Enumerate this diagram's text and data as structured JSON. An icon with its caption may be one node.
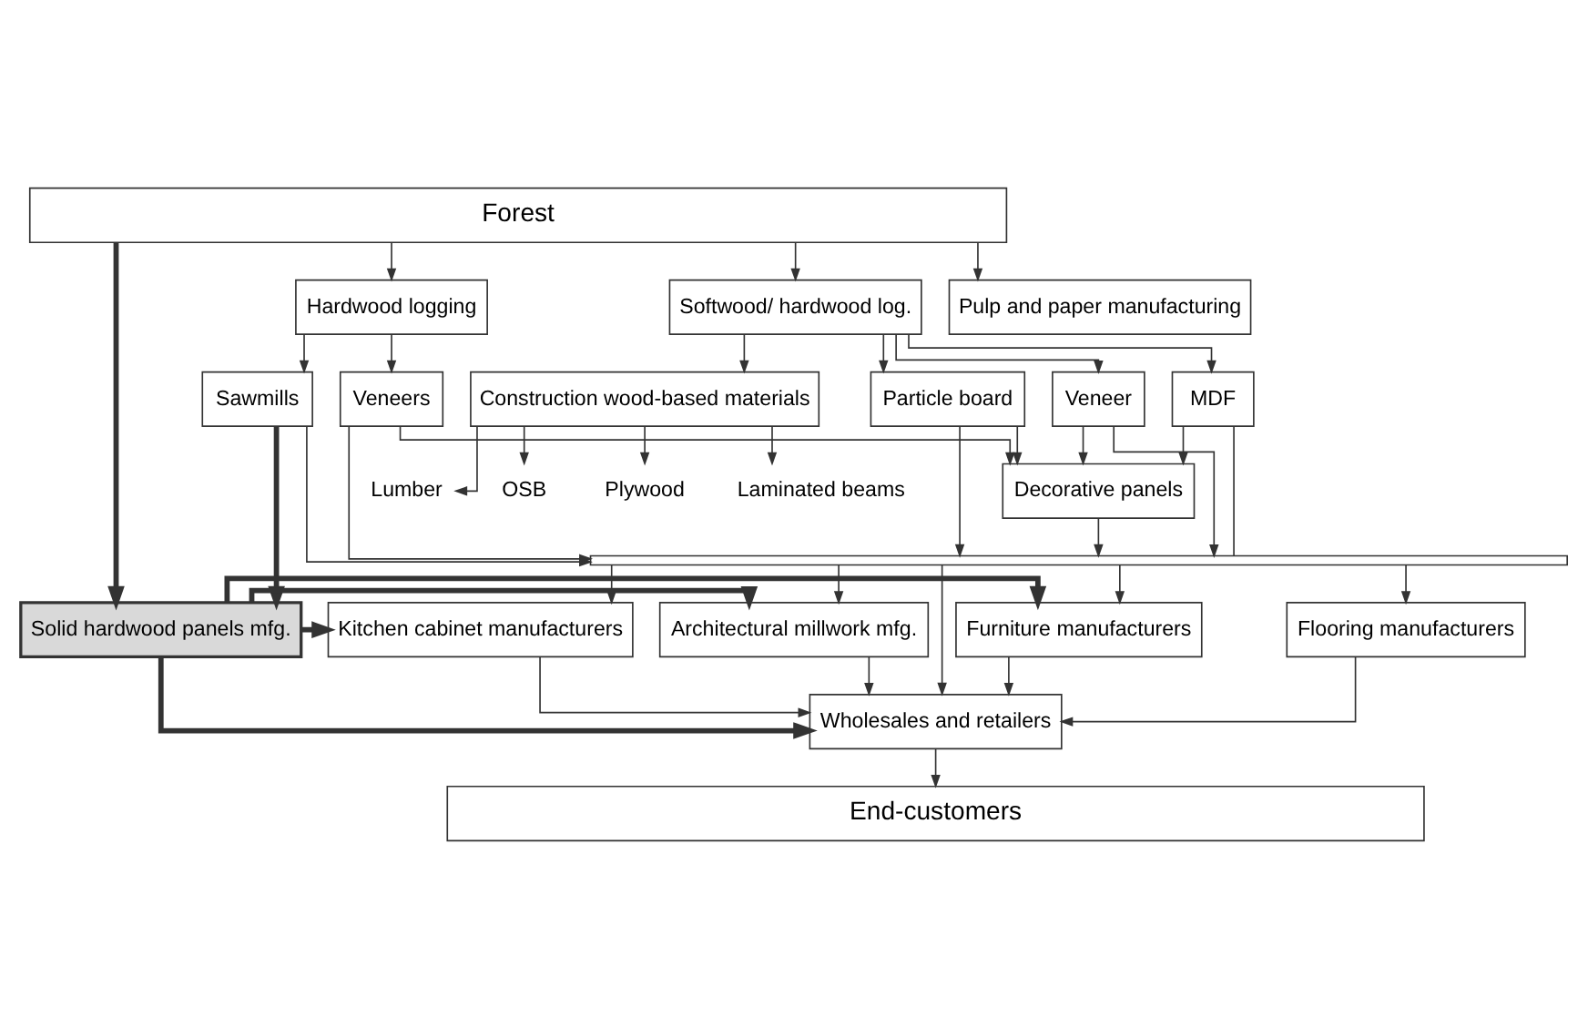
{
  "diagram": {
    "nodes": [
      {
        "text": [
          "Forest"
        ]
      },
      {
        "text": [
          "Hardwood logging"
        ]
      },
      {
        "text": [
          "Softwood/ hardwood log."
        ]
      },
      {
        "text": [
          "Pulp and paper manufacturing"
        ]
      },
      {
        "text": [
          "Sawmills"
        ]
      },
      {
        "text": [
          "Veneers"
        ]
      },
      {
        "text": [
          "MDF"
        ]
      },
      {
        "text": [
          "Particle board"
        ]
      },
      {
        "text": [
          "Veneer"
        ]
      },
      {
        "text": [
          "Construction wood-based materials"
        ]
      },
      {
        "text": [
          "Decorative panels"
        ]
      },
      {
        "text": [
          "Lumber"
        ]
      },
      {
        "text": [
          "OSB"
        ]
      },
      {
        "text": [
          "Plywood"
        ]
      },
      {
        "text": [
          "Laminated beams"
        ]
      },
      {
        "text": [],
        "shape": "bar"
      },
      {
        "text": [
          "Flooring manufacturers"
        ]
      },
      {
        "text": [
          "Architectural millwork mfg."
        ]
      },
      {
        "text": [
          "Kitchen cabinet manufacturers"
        ]
      },
      {
        "text": [
          "Solid hardwood panels mfg."
        ]
      },
      {
        "text": [
          "Furniture manufacturers"
        ]
      },
      {
        "text": [
          "Wholesales and retailers"
        ]
      },
      {
        "text": [
          "End-customers"
        ]
      }
    ],
    "edges": [
      {
        "from": 0,
        "to": 1,
        "arrow": "to"
      },
      {
        "from": 0,
        "to": 2,
        "arrow": "to"
      },
      {
        "from": 0,
        "to": 3,
        "arrow": "to"
      },
      {
        "from": 0,
        "to": 19,
        "arrow": "to",
        "style": "thick"
      },
      {
        "from": 1,
        "to": 4,
        "arrow": "to"
      },
      {
        "from": 1,
        "to": 5,
        "arrow": "to"
      },
      {
        "from": 2,
        "to": 6,
        "arrow": "to"
      },
      {
        "from": 2,
        "to": 7,
        "arrow": "to"
      },
      {
        "from": 2,
        "to": 8,
        "arrow": "to"
      },
      {
        "from": 2,
        "to": 9,
        "arrow": "to"
      },
      {
        "from": 4,
        "to": 15,
        "arrow": "to"
      },
      {
        "from": 4,
        "to": 19,
        "arrow": "to",
        "style": "thick"
      },
      {
        "from": 5,
        "to": 15,
        "arrow": "to"
      },
      {
        "from": 5,
        "to": 10,
        "arrow": "to"
      },
      {
        "from": 6,
        "to": 10,
        "arrow": "to"
      },
      {
        "from": 6,
        "to": 15,
        "arrow": "none"
      },
      {
        "from": 7,
        "to": 10,
        "arrow": "to"
      },
      {
        "from": 7,
        "to": 15,
        "arrow": "to"
      },
      {
        "from": 8,
        "to": 10,
        "arrow": "to"
      },
      {
        "from": 8,
        "to": 15,
        "arrow": "to"
      },
      {
        "from": 10,
        "to": 15,
        "arrow": "to"
      },
      {
        "from": 9,
        "to": 11,
        "arrow": "to"
      },
      {
        "from": 9,
        "to": 12,
        "arrow": "to"
      },
      {
        "from": 9,
        "to": 13,
        "arrow": "to"
      },
      {
        "from": 9,
        "to": 14,
        "arrow": "to"
      },
      {
        "from": 15,
        "to": 16,
        "arrow": "to"
      },
      {
        "from": 15,
        "to": 17,
        "arrow": "to"
      },
      {
        "from": 15,
        "to": 18,
        "arrow": "to"
      },
      {
        "from": 15,
        "to": 20,
        "arrow": "to"
      },
      {
        "from": 15,
        "to": 21,
        "arrow": "to"
      },
      {
        "from": 19,
        "to": 18,
        "arrow": "to",
        "style": "thick"
      },
      {
        "from": 19,
        "to": 20,
        "arrow": "to",
        "style": "thick"
      },
      {
        "from": 19,
        "to": 17,
        "arrow": "to",
        "style": "thick"
      },
      {
        "from": 19,
        "to": 21,
        "arrow": "to",
        "style": "thick"
      },
      {
        "from": 16,
        "to": 21,
        "arrow": "to"
      },
      {
        "from": 17,
        "to": 21,
        "arrow": "to"
      },
      {
        "from": 18,
        "to": 21,
        "arrow": "to"
      },
      {
        "from": 20,
        "to": 21,
        "arrow": "to"
      },
      {
        "from": 21,
        "to": 22,
        "arrow": "to"
      }
    ]
  }
}
